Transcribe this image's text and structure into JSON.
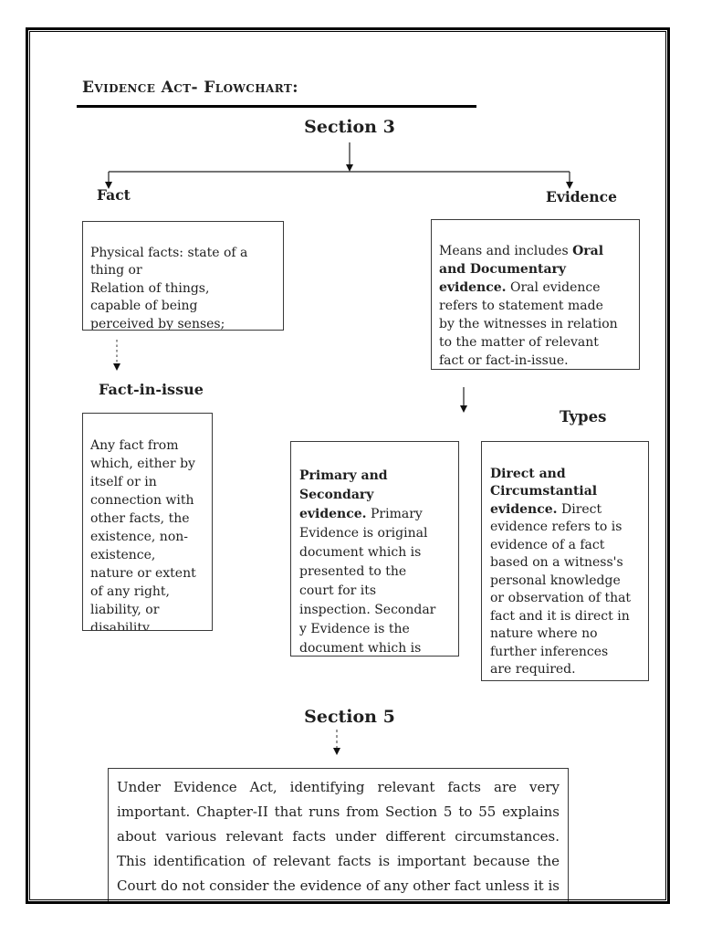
{
  "document": {
    "title": "Evidence Act- Flowchart:",
    "section3_heading": "Section 3",
    "section5_heading": "Section 5",
    "branch_labels": {
      "fact": "Fact",
      "evidence": "Evidence",
      "fact_in_issue": "Fact-in-issue",
      "types": "Types"
    },
    "boxes": {
      "fact": {
        "text": "Physical facts: state of a\nthing or\nRelation of things,\ncapable of being\nperceived by senses;\n-Physiological facts: refer"
      },
      "evidence": {
        "prefix": "Means and includes ",
        "bold": "Oral\nand Documentary\nevidence.",
        "body": " Oral evidence\nrefers to statement made\nby the witnesses in relation\nto the matter of relevant\nfact or fact-in-issue.\nWhereas, documentary"
      },
      "fact_in_issue": {
        "text": "Any fact from\nwhich, either by\nitself or in\nconnection with\nother facts, the\nexistence, non-\nexistence,\nnature or extent\nof any right,\nliability, or\ndisability,"
      },
      "primary": {
        "bold": "Primary and\nSecondary\nevidence.",
        "body": " Primary\nEvidence is original\ndocument which is\npresented to the\ncourt for its\ninspection. Secondar\ny Evidence is the\ndocument which is\nnot original"
      },
      "direct": {
        "bold": "Direct and\nCircumstantial\nevidence.",
        "body": " Direct\nevidence refers to is\nevidence of a fact\nbased on a witness's\npersonal knowledge\nor observation of that\nfact and it is direct in\nnature where no\nfurther inferences\nare required.\nWhereas,\nCircumstantial"
      },
      "section5": {
        "text": "Under Evidence Act, identifying relevant facts are very important. Chapter-II that runs from Section 5 to 55 explains about various relevant facts under different circumstances. This identification of relevant facts is important because the Court do not consider the evidence of any other fact unless it is a relevant fact or fact-in-issue"
      }
    },
    "colors": {
      "ink": "#1f1f1f",
      "frame_border": "#000000",
      "box_border": "#3a3a3a",
      "page_bg": "#ffffff"
    }
  }
}
